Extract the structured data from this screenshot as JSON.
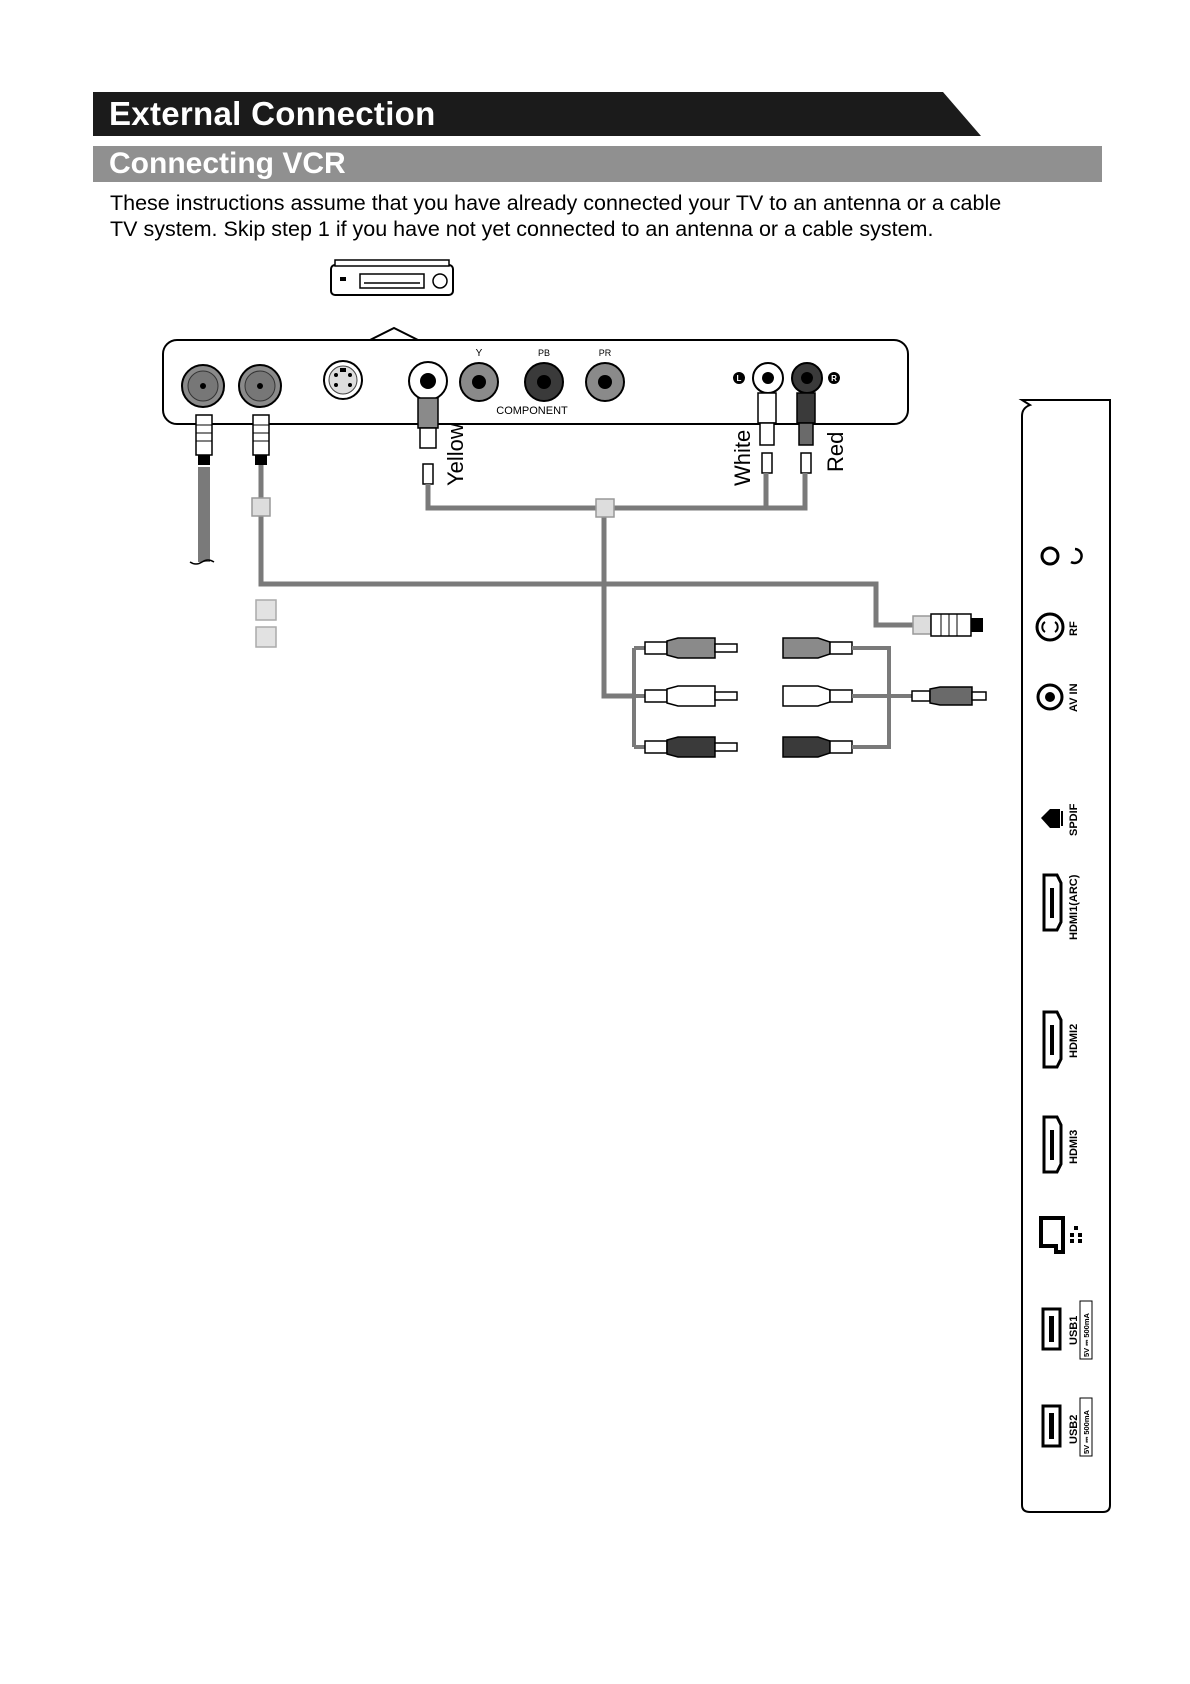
{
  "header": {
    "title": "External Connection"
  },
  "section": {
    "title": "Connecting VCR"
  },
  "intro": {
    "line1": "These instructions assume that you have already connected your TV to an antenna or a cable",
    "line2": "TV system. Skip step 1 if you have not yet connected to an antenna or a cable system."
  },
  "vcr_panel": {
    "component_label": "COMPONENT",
    "y_label": "Y",
    "pb_label": "PB",
    "pr_label": "PR",
    "audio_left_badge": "L",
    "audio_right_badge": "R"
  },
  "cables": {
    "yellow": "Yellow",
    "white": "White",
    "red": "Red"
  },
  "tv_panel": {
    "ports": [
      {
        "label": "",
        "icon": "headphone-icon"
      },
      {
        "label": "RF",
        "icon": "rf-coax-icon"
      },
      {
        "label": "AV IN",
        "icon": "av-in-icon"
      },
      {
        "label": "SPDIF",
        "icon": "spdif-icon"
      },
      {
        "label": "HDMI1(ARC)",
        "icon": "hdmi-icon"
      },
      {
        "label": "HDMI2",
        "icon": "hdmi-icon"
      },
      {
        "label": "HDMI3",
        "icon": "hdmi-icon"
      },
      {
        "label": "",
        "icon": "lan-icon"
      },
      {
        "label": "USB1",
        "rating": "5V ⎓ 500mA",
        "icon": "usb-icon"
      },
      {
        "label": "USB2",
        "rating": "5V ⎓ 500mA",
        "icon": "usb-icon"
      }
    ]
  },
  "colors": {
    "banner": "#1b1b1b",
    "section_bar": "#909090",
    "cable": "#7a7a7a",
    "jack_dark": "#3a3a3a",
    "jack_grey": "#8a8a8a"
  }
}
